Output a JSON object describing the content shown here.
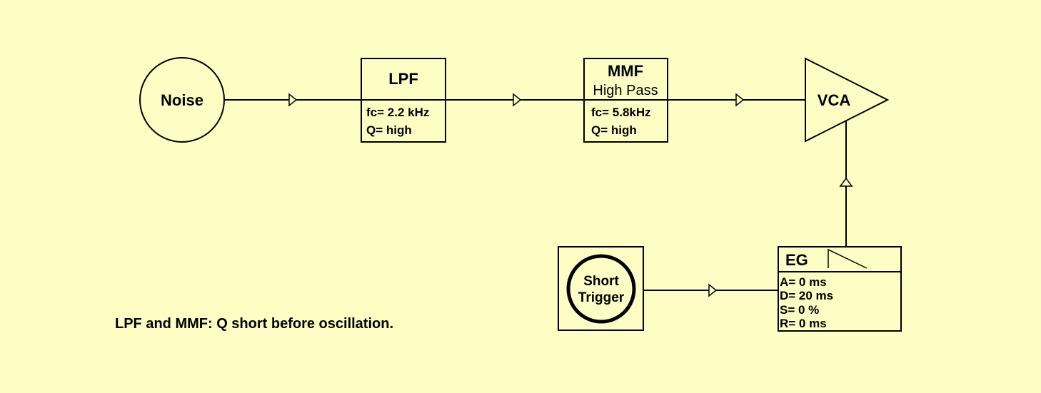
{
  "colors": {
    "background": "#fefdc4",
    "stroke": "#000000"
  },
  "noise": {
    "label": "Noise"
  },
  "lpf": {
    "title": "LPF",
    "fc": "fc= 2.2 kHz",
    "q": "Q= high"
  },
  "mmf": {
    "title": "MMF",
    "mode": "High Pass",
    "fc": "fc= 5.8kHz",
    "q": "Q= high"
  },
  "vca": {
    "label": "VCA"
  },
  "trigger": {
    "line1": "Short",
    "line2": "Trigger"
  },
  "eg": {
    "title": "EG",
    "attack": "A= 0 ms",
    "decay": "D= 20 ms",
    "sustain": "S= 0 %",
    "release": "R= 0 ms"
  },
  "note": "LPF and MMF:  Q short before oscillation."
}
